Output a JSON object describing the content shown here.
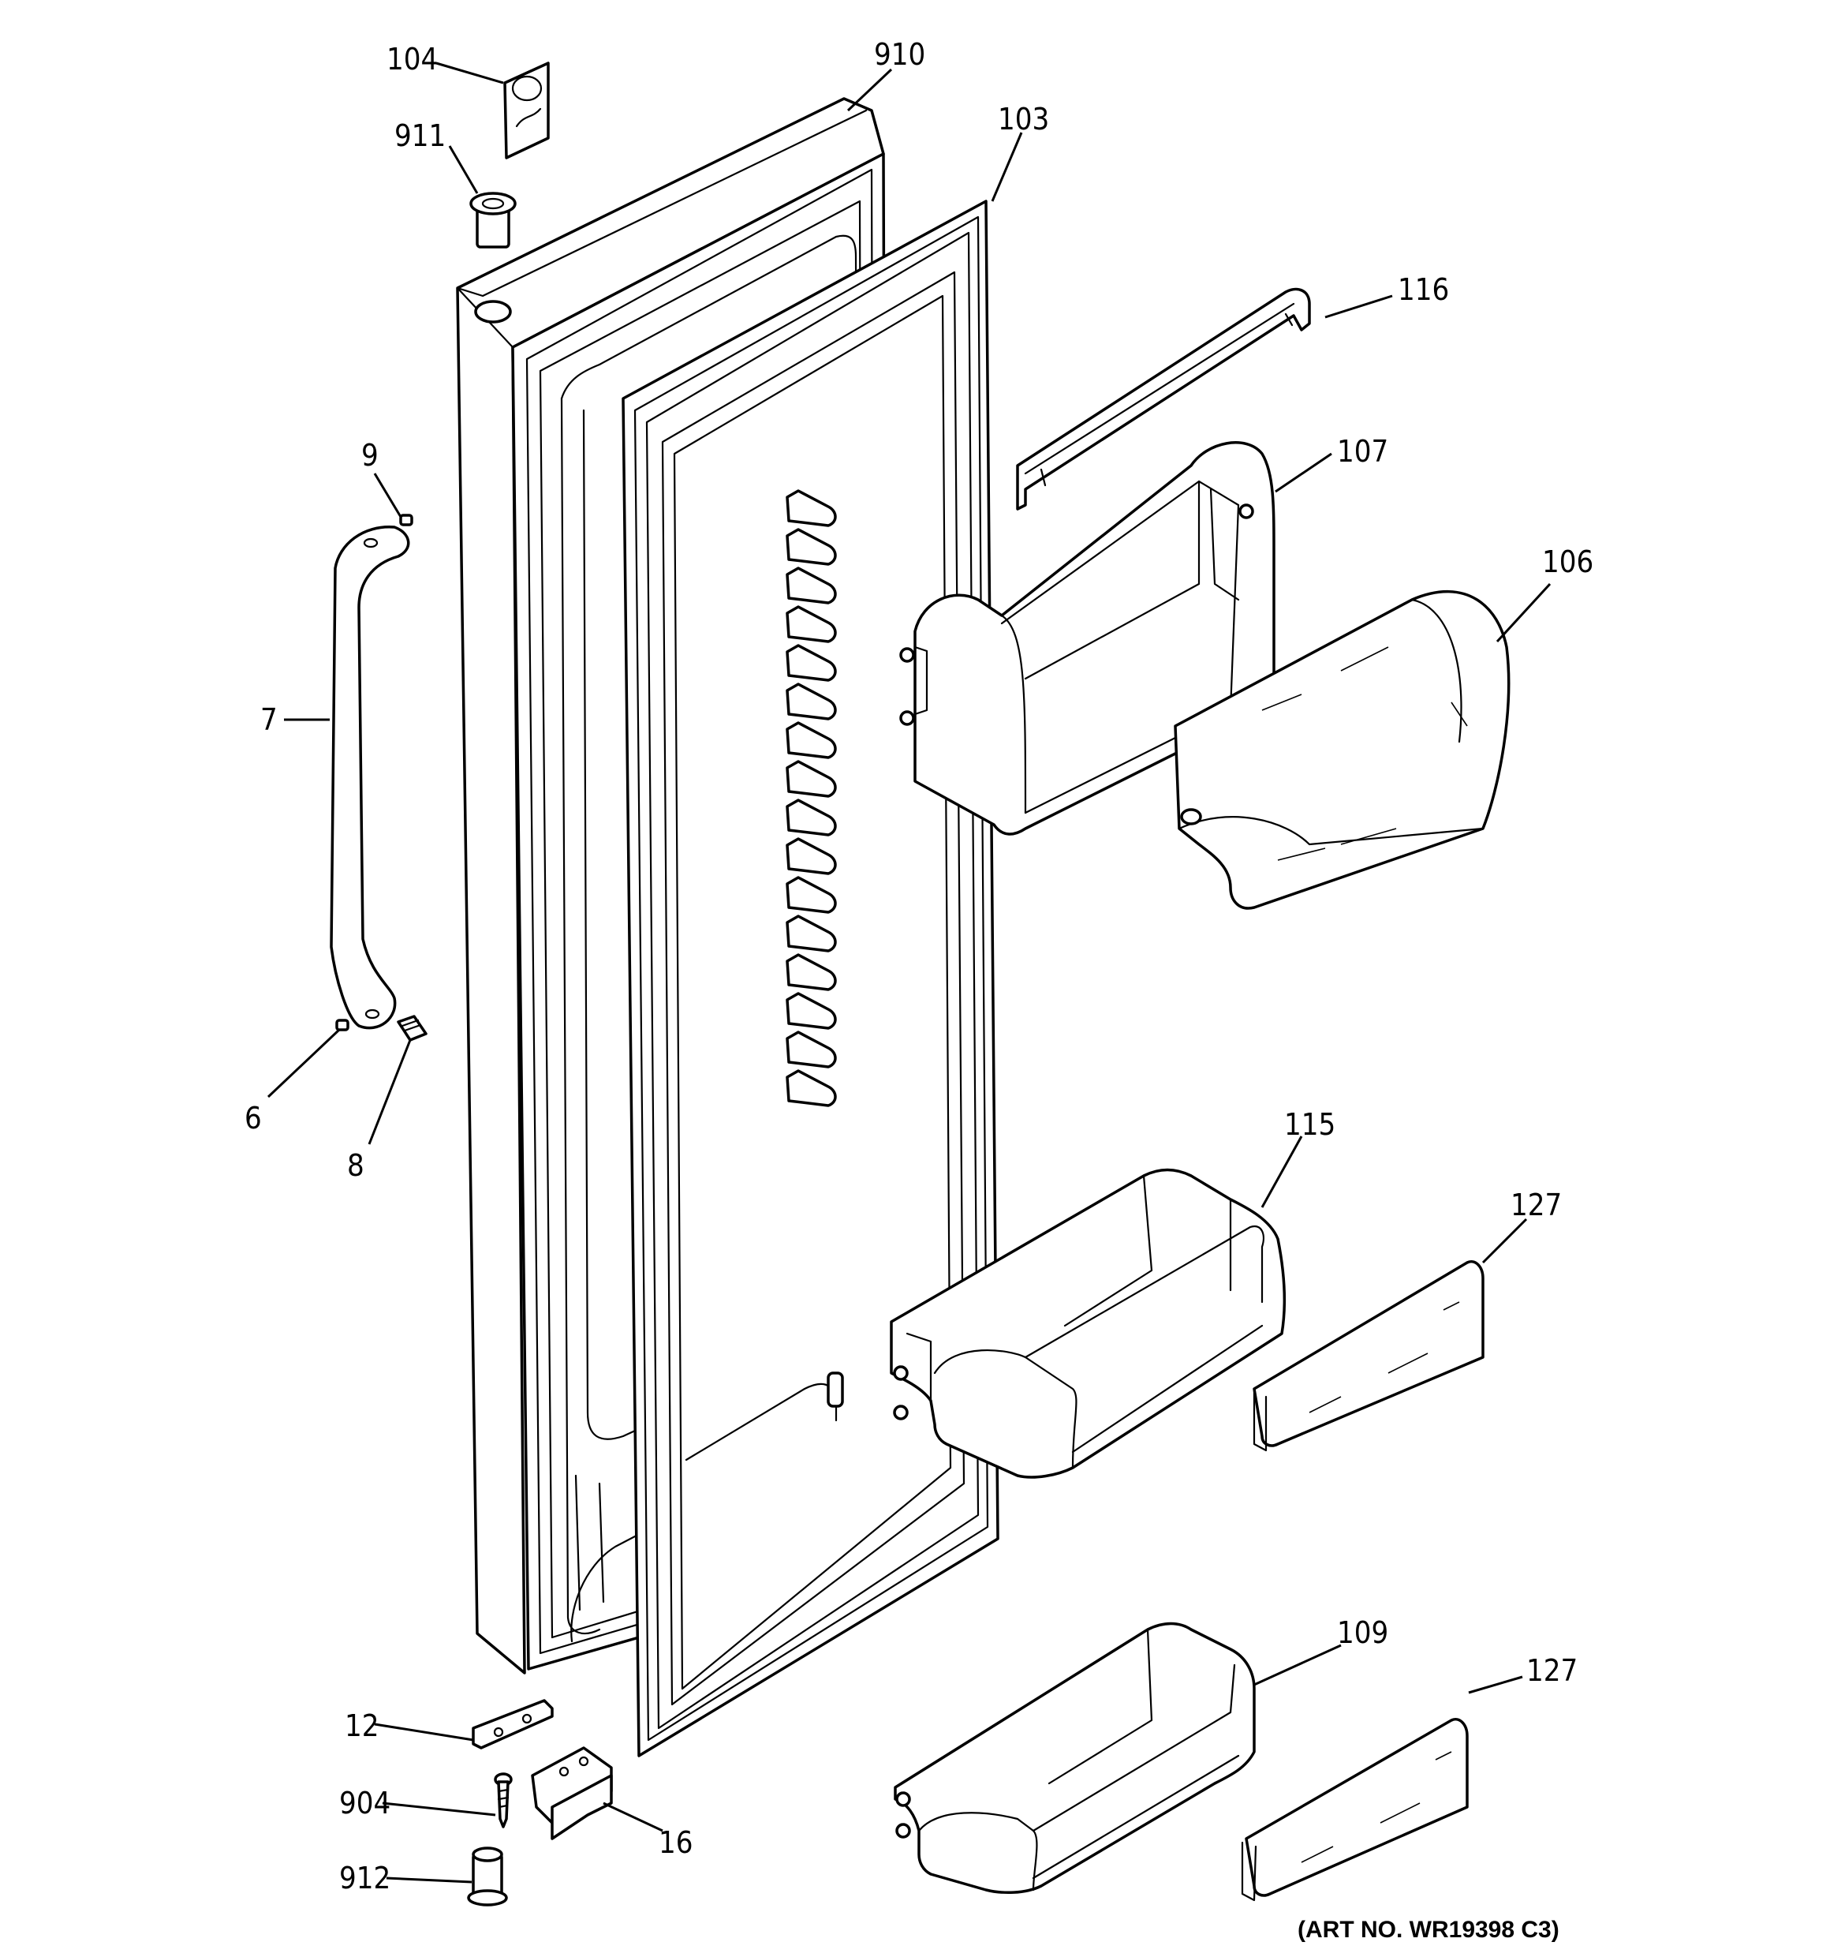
{
  "callouts": [
    {
      "id": "104",
      "text": "104"
    },
    {
      "id": "910",
      "text": "910"
    },
    {
      "id": "911",
      "text": "911"
    },
    {
      "id": "103",
      "text": "103"
    },
    {
      "id": "116",
      "text": "116"
    },
    {
      "id": "107",
      "text": "107"
    },
    {
      "id": "9",
      "text": "9"
    },
    {
      "id": "106",
      "text": "106"
    },
    {
      "id": "7",
      "text": "7"
    },
    {
      "id": "6",
      "text": "6"
    },
    {
      "id": "8",
      "text": "8"
    },
    {
      "id": "115",
      "text": "115"
    },
    {
      "id": "127a",
      "text": "127"
    },
    {
      "id": "109",
      "text": "109"
    },
    {
      "id": "127b",
      "text": "127"
    },
    {
      "id": "12",
      "text": "12"
    },
    {
      "id": "904",
      "text": "904"
    },
    {
      "id": "16",
      "text": "16"
    },
    {
      "id": "912",
      "text": "912"
    }
  ],
  "art_number": "(ART NO. WR19398 C3)",
  "colors": {
    "line": "#000000",
    "background": "#ffffff"
  }
}
